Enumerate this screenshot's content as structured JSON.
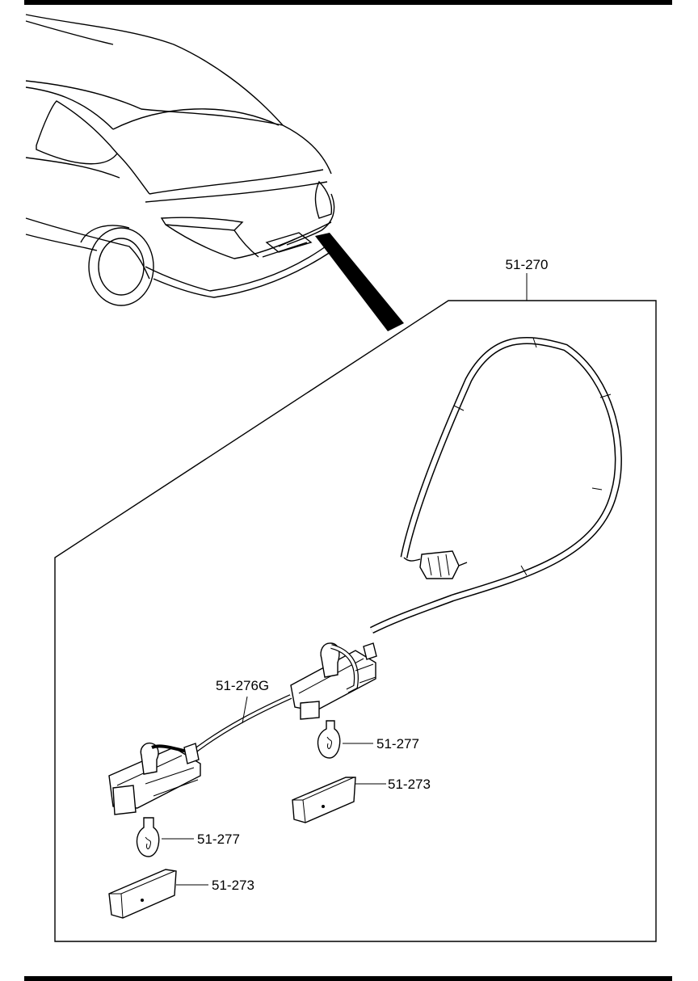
{
  "labels": {
    "harness": "51-270",
    "lamp_assembly": "51-276G",
    "bulb_right": "51-277",
    "lens_right": "51-273",
    "bulb_left": "51-277",
    "lens_left": "51-273"
  }
}
